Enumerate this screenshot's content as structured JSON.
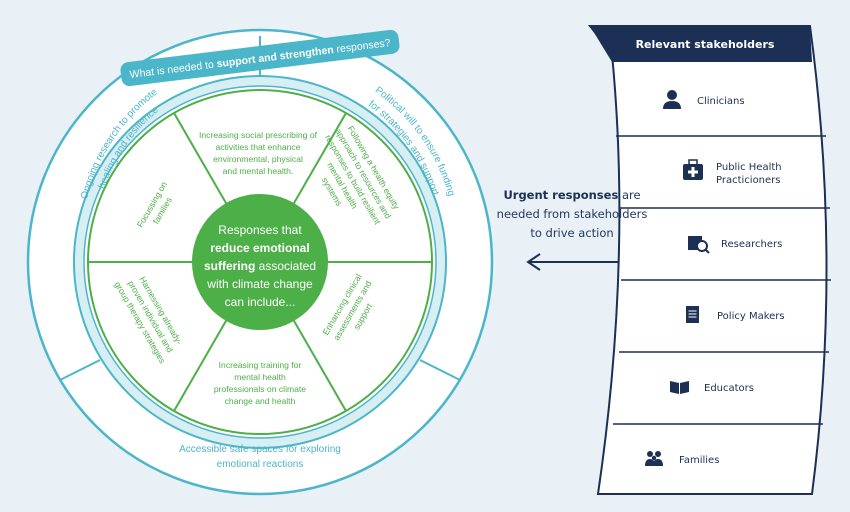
{
  "header_banner": {
    "prefix": "What is needed to ",
    "bold": "support and strengthen",
    "suffix": " responses?"
  },
  "outer_ring": {
    "left_lines": [
      "Ongoing research to promote",
      "healing and resilience"
    ],
    "right_lines": [
      "Political will to ensure funding",
      "for strategies and support"
    ],
    "bottom_lines": [
      "Accessible safe spaces for exploring",
      "emotional reactions"
    ]
  },
  "center": {
    "line1": "Responses that",
    "line2": "reduce emotional",
    "line3_bold": "suffering",
    "line3_rest": " associated",
    "line4": "with climate change",
    "line5": "can include..."
  },
  "segments": [
    {
      "id": "social-prescribing",
      "lines": [
        "Increasing social prescribing of",
        "activities that enhance",
        "environmental, physical",
        "and mental health."
      ]
    },
    {
      "id": "health-equity",
      "lines": [
        "Following a health equity",
        "approach to resources and",
        "responses to build resilient",
        "mental health",
        "systems"
      ]
    },
    {
      "id": "clinical-assessments",
      "lines": [
        "Enhancing clinical",
        "assessments and",
        "support"
      ]
    },
    {
      "id": "training",
      "lines": [
        "Increasing training for",
        "mental health",
        "professionals on climate",
        "change and health"
      ]
    },
    {
      "id": "group-therapy",
      "lines": [
        "Harnessing already-",
        "proven individual and",
        "group therapy strategies"
      ]
    },
    {
      "id": "families-focus",
      "lines": [
        "Focussing on",
        "families"
      ]
    }
  ],
  "middle_text": {
    "bold": "Urgent responses",
    "line1_rest": " are",
    "line2": "needed from stakeholders",
    "line3": "to drive action"
  },
  "stakeholders": {
    "title": "Relevant stakeholders",
    "items": [
      {
        "label": "Clinicians",
        "icon": "doctor-icon"
      },
      {
        "label": "Public Health Practicioners",
        "label_line1": "Public Health",
        "label_line2": "Practicioners",
        "icon": "first-aid-kit-icon"
      },
      {
        "label": "Researchers",
        "icon": "magnifier-document-icon"
      },
      {
        "label": "Policy Makers",
        "icon": "policy-document-icon"
      },
      {
        "label": "Educators",
        "icon": "book-icon"
      },
      {
        "label": "Families",
        "icon": "family-icon"
      }
    ]
  },
  "colors": {
    "background": "#e9f0f6",
    "teal": "#4bb6c9",
    "green": "#4daf47",
    "navy": "#1c2f55"
  }
}
